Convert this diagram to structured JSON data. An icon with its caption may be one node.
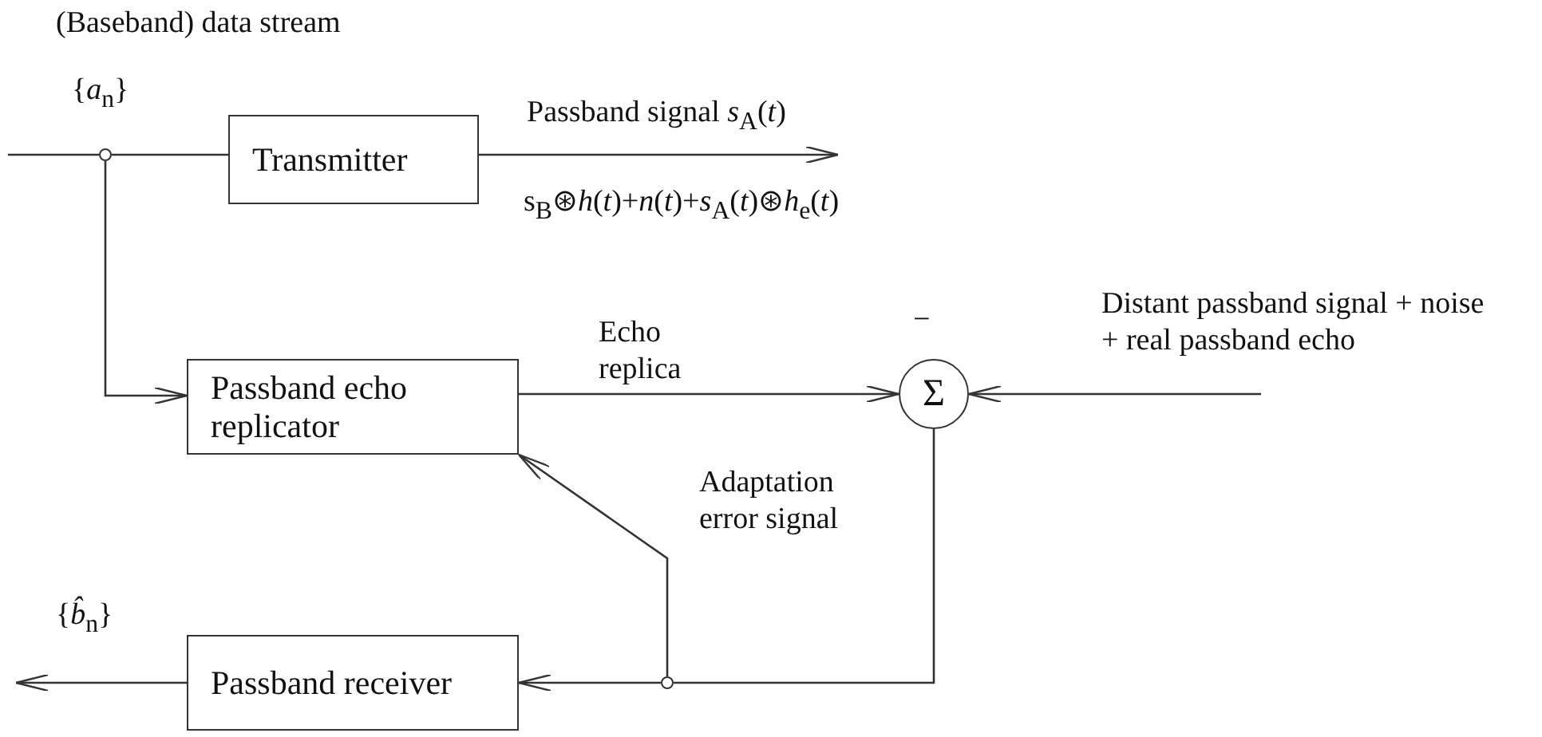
{
  "diagram": {
    "nodes": [
      {
        "text": [
          "Transmitter"
        ]
      },
      {
        "text": [
          "Passband echo replicator"
        ]
      },
      {
        "text": [
          "Σ"
        ]
      },
      {
        "text": [
          "Passband receiver"
        ]
      },
      {
        "text": [],
        "shape": "circle"
      },
      {
        "text": [],
        "shape": "circle"
      }
    ],
    "edges": [
      {
        "from": null,
        "to": 4,
        "arrow": "none"
      },
      {
        "from": 4,
        "to": 0,
        "arrow": "none"
      },
      {
        "from": 4,
        "to": 1,
        "arrow": "to"
      },
      {
        "from": 0,
        "to": null,
        "arrow": "to",
        "label": "Passband signal *s*$_{A}$(*t*)"
      },
      {
        "from": 1,
        "to": 2,
        "arrow": "to",
        "label": "Echo replica"
      },
      {
        "from": null,
        "to": 2,
        "arrow": "to",
        "label": "Distant passband signal + noise + real passband echo"
      },
      {
        "from": 2,
        "to": 5,
        "arrow": "none"
      },
      {
        "from": 5,
        "to": 3,
        "arrow": "to"
      },
      {
        "from": 5,
        "to": 1,
        "arrow": "to",
        "label": "Adaptation error signal"
      },
      {
        "from": 3,
        "to": null,
        "arrow": "to",
        "label": "{*b̂*$_{n}$}"
      }
    ],
    "labels": [
      "(Baseband) data stream",
      "{*a*$_{n}$}",
      "s$_{B}$⊛*h*(*t*)+*n*(*t*)+*s*$_{A}$(*t*)⊛*h*$_{e}$(*t*)",
      "−"
    ]
  }
}
